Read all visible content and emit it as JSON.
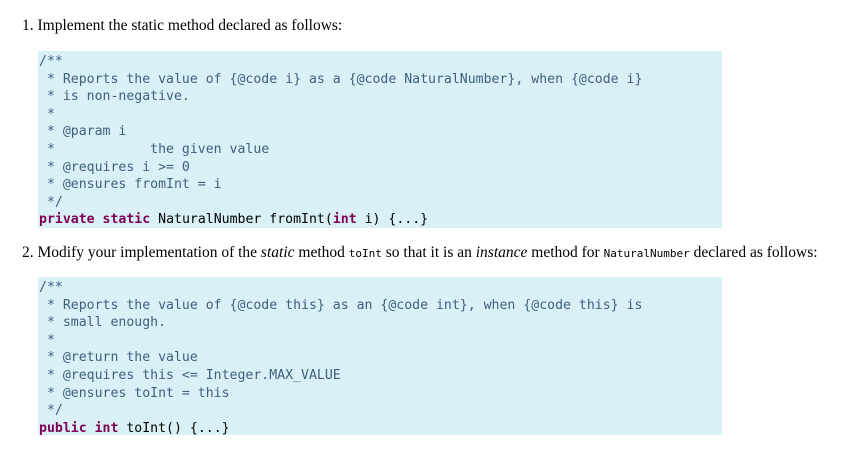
{
  "item1": {
    "number": "1.",
    "text": "Implement the static method declared as follows:"
  },
  "code1": {
    "lines": [
      "/**",
      " * Reports the value of {@code i} as a {@code NaturalNumber}, when {@code i}",
      " * is non-negative.",
      " *",
      " * @param i",
      " *            the given value",
      " * @requires i >= 0",
      " * @ensures fromInt = i",
      " */"
    ],
    "signature": {
      "kw1": "private",
      "kw2": "static",
      "type": "NaturalNumber",
      "name": "fromInt(",
      "param_kw": "int",
      "rest": " i) {...}"
    }
  },
  "item2": {
    "number": "2.",
    "part1": "Modify your implementation of the ",
    "em1": "static",
    "part2": " method ",
    "code": "toInt",
    "part3": " so that it is an ",
    "em2": "instance",
    "part4": " method for ",
    "code2": "NaturalNumber",
    "part5": " declared as follows:"
  },
  "code2": {
    "lines": [
      "/**",
      " * Reports the value of {@code this} as an {@code int}, when {@code this} is",
      " * small enough.",
      " *",
      " * @return the value",
      " * @requires this <= Integer.MAX_VALUE",
      " * @ensures toInt = this",
      " */"
    ],
    "signature": {
      "kw1": "public",
      "kw2": "int",
      "rest": " toInt() {...}"
    }
  }
}
